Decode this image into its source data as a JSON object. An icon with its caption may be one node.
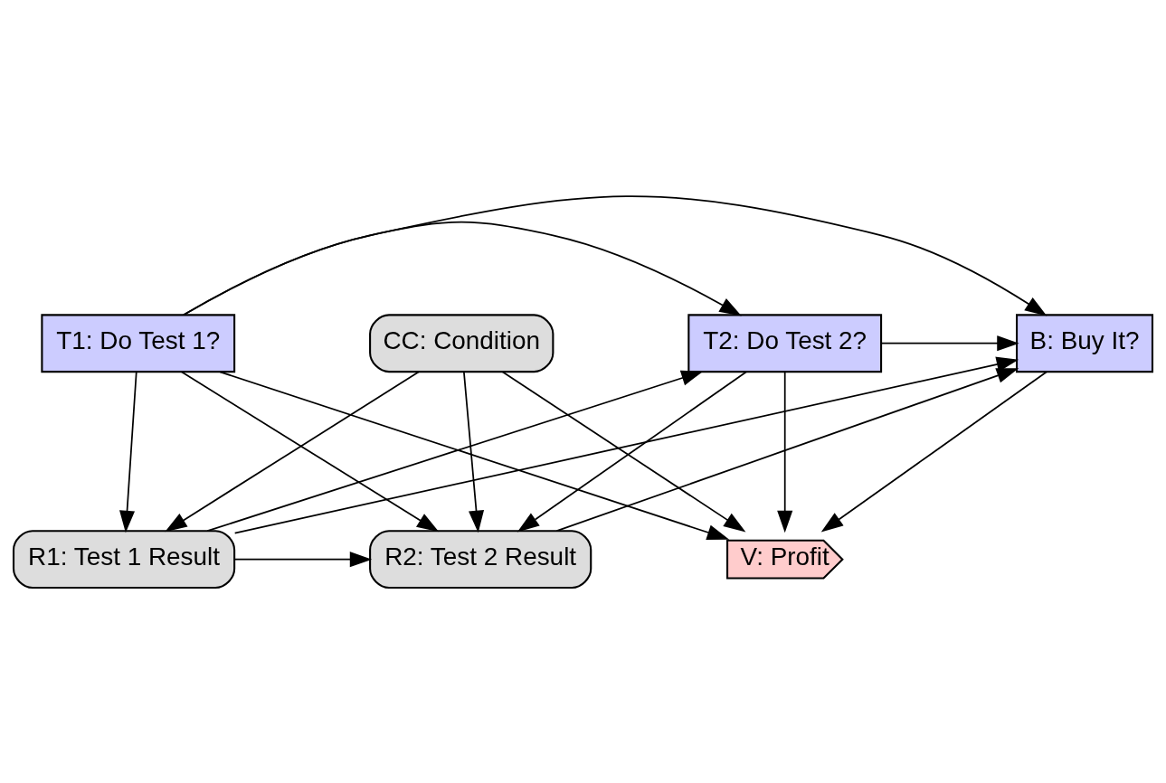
{
  "diagram": {
    "nodes": [
      {
        "text": [
          "T1: Do Test 1?"
        ]
      },
      {
        "text": [
          "T2: Do Test 2?"
        ]
      },
      {
        "text": [
          "B: Buy It?"
        ]
      },
      {
        "text": [
          "R1: Test 1 Result"
        ]
      },
      {
        "text": [
          "R2: Test 2 Result"
        ]
      },
      {
        "text": [
          "V: Profit"
        ]
      },
      {
        "text": [
          "CC: Condition"
        ]
      }
    ],
    "edges": [
      {
        "from": 0,
        "to": 2,
        "arrow": "to"
      },
      {
        "from": 0,
        "to": 1,
        "arrow": "to"
      },
      {
        "from": 1,
        "to": 2,
        "arrow": "to"
      },
      {
        "from": 0,
        "to": 3,
        "arrow": "to"
      },
      {
        "from": 0,
        "to": 4,
        "arrow": "to"
      },
      {
        "from": 0,
        "to": 5,
        "arrow": "to"
      },
      {
        "from": 1,
        "to": 4,
        "arrow": "to"
      },
      {
        "from": 1,
        "to": 5,
        "arrow": "to"
      },
      {
        "from": 2,
        "to": 5,
        "arrow": "to"
      },
      {
        "from": 3,
        "to": 1,
        "arrow": "to"
      },
      {
        "from": 3,
        "to": 2,
        "arrow": "to"
      },
      {
        "from": 4,
        "to": 2,
        "arrow": "to"
      },
      {
        "from": 3,
        "to": 4,
        "arrow": "to"
      },
      {
        "from": 6,
        "to": 3,
        "arrow": "to"
      },
      {
        "from": 6,
        "to": 4,
        "arrow": "to"
      },
      {
        "from": 6,
        "to": 5,
        "arrow": "to"
      }
    ]
  }
}
